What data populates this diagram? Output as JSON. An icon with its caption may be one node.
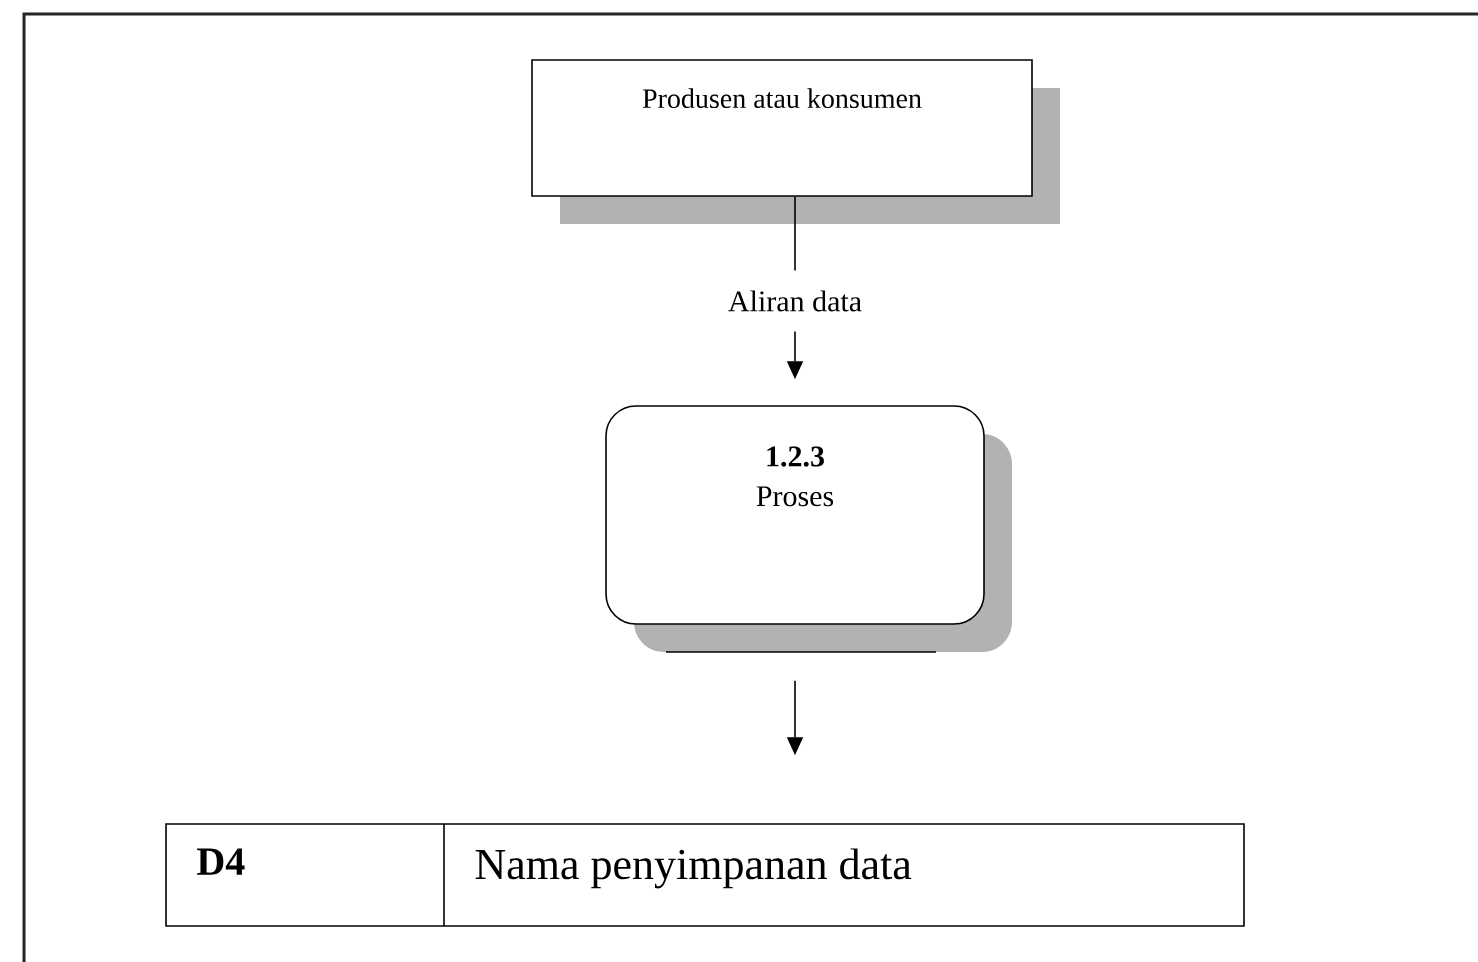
{
  "diagram": {
    "nodes": [
      {
        "text": [
          "Produsen atau konsumen"
        ]
      },
      {
        "text": [
          "1.2.3",
          "Proses"
        ]
      },
      {
        "text": [
          "D4",
          "Nama penyimpanan data"
        ]
      }
    ],
    "edges": [
      {
        "from": 0,
        "to": 1,
        "arrow": "to",
        "label": "Aliran data"
      },
      {
        "from": 1,
        "to": 2,
        "arrow": "to"
      }
    ]
  }
}
